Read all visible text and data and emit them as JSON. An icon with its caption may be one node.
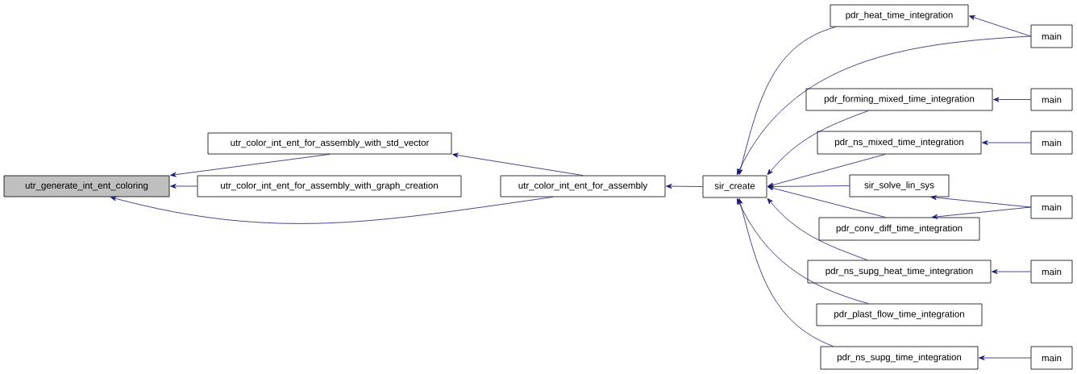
{
  "diagram": {
    "nodes": [
      {
        "text": [
          "utr_generate_int_ent_coloring"
        ]
      },
      {
        "text": [
          "utr_color_int_ent_for_assembly_with_std_vector"
        ]
      },
      {
        "text": [
          "utr_color_int_ent_for_assembly_with_graph_creation"
        ]
      },
      {
        "text": [
          "utr_color_int_ent_for_assembly"
        ]
      },
      {
        "text": [
          "sir_create"
        ]
      },
      {
        "text": [
          "pdr_heat_time_integration"
        ]
      },
      {
        "text": [
          "main"
        ]
      },
      {
        "text": [
          "pdr_forming_mixed_time_integration"
        ]
      },
      {
        "text": [
          "main"
        ]
      },
      {
        "text": [
          "pdr_ns_mixed_time_integration"
        ]
      },
      {
        "text": [
          "main"
        ]
      },
      {
        "text": [
          "sir_solve_lin_sys"
        ]
      },
      {
        "text": [
          "main"
        ]
      },
      {
        "text": [
          "pdr_conv_diff_time_integration"
        ]
      },
      {
        "text": [
          "pdr_ns_supg_heat_time_integration"
        ]
      },
      {
        "text": [
          "main"
        ]
      },
      {
        "text": [
          "pdr_plast_flow_time_integration"
        ]
      },
      {
        "text": [
          "pdr_ns_supg_time_integration"
        ]
      },
      {
        "text": [
          "main"
        ]
      }
    ],
    "edges": [
      {
        "from": 1,
        "to": 0,
        "arrow": "to"
      },
      {
        "from": 2,
        "to": 0,
        "arrow": "to"
      },
      {
        "from": 3,
        "to": 0,
        "arrow": "to"
      },
      {
        "from": 3,
        "to": 1,
        "arrow": "to"
      },
      {
        "from": 4,
        "to": 3,
        "arrow": "to"
      },
      {
        "from": 5,
        "to": 4,
        "arrow": "to"
      },
      {
        "from": 6,
        "to": 4,
        "arrow": "to"
      },
      {
        "from": 7,
        "to": 4,
        "arrow": "to"
      },
      {
        "from": 9,
        "to": 4,
        "arrow": "to"
      },
      {
        "from": 11,
        "to": 4,
        "arrow": "to"
      },
      {
        "from": 13,
        "to": 4,
        "arrow": "to"
      },
      {
        "from": 14,
        "to": 4,
        "arrow": "to"
      },
      {
        "from": 16,
        "to": 4,
        "arrow": "to"
      },
      {
        "from": 17,
        "to": 4,
        "arrow": "to"
      },
      {
        "from": 6,
        "to": 5,
        "arrow": "to"
      },
      {
        "from": 8,
        "to": 7,
        "arrow": "to"
      },
      {
        "from": 10,
        "to": 9,
        "arrow": "to"
      },
      {
        "from": 12,
        "to": 11,
        "arrow": "to"
      },
      {
        "from": 12,
        "to": 13,
        "arrow": "to"
      },
      {
        "from": 15,
        "to": 14,
        "arrow": "to"
      },
      {
        "from": 18,
        "to": 17,
        "arrow": "to"
      }
    ]
  }
}
